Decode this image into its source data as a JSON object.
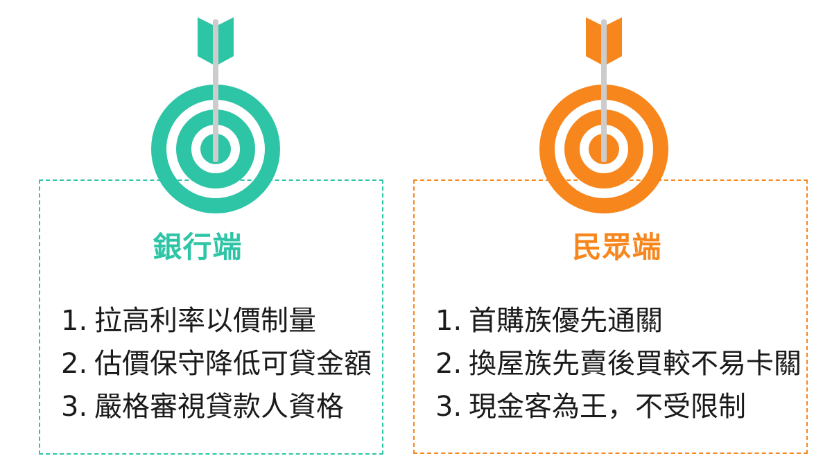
{
  "slide": {
    "background_color": "#ffffff",
    "text_color": "#1a1a1a"
  },
  "panels": [
    {
      "key": "bank",
      "title": "銀行端",
      "accent_color": "#2ec4a6",
      "border_style": "dashed",
      "icon": "target-with-arrow-icon",
      "items": [
        {
          "number": "1.",
          "text": "拉高利率以價制量"
        },
        {
          "number": "2.",
          "text": "估價保守降低可貸金額"
        },
        {
          "number": "3.",
          "text": "嚴格審視貸款人資格"
        }
      ]
    },
    {
      "key": "public",
      "title": "民眾端",
      "accent_color": "#f7861c",
      "border_style": "dashed",
      "icon": "target-with-arrow-icon",
      "items": [
        {
          "number": "1.",
          "text": "首購族優先通關"
        },
        {
          "number": "2.",
          "text": "換屋族先賣後買較不易卡關"
        },
        {
          "number": "3.",
          "text": "現金客為王，不受限制"
        }
      ]
    }
  ],
  "icon_parts": {
    "shaft_color": "#cccccc",
    "fletching_name": "arrow-fletching",
    "shaft_name": "arrow-shaft",
    "ring_outer_name": "target-ring-outer",
    "ring_middle_name": "target-ring-middle",
    "ring_center_name": "target-bullseye"
  }
}
